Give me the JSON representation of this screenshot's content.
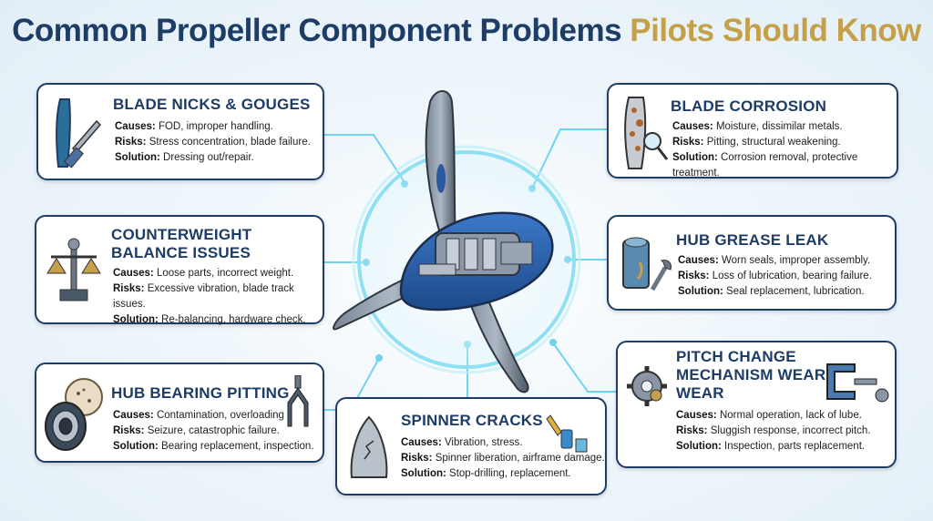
{
  "title": {
    "part1": "Common Propeller Component Problems",
    "part2": "Pilots Should Know"
  },
  "cards": {
    "nicks": {
      "title": "BLADE NICKS & GOUGES",
      "causes_label": "Causes:",
      "causes": "FOD, improper handling.",
      "risks_label": "Risks:",
      "risks": "Stress concentration, blade failure.",
      "solution_label": "Solution:",
      "solution": "Dressing out/repair."
    },
    "counterweight": {
      "title_line1": "COUNTERWEIGHT",
      "title_line2": "BALANCE ISSUES",
      "causes_label": "Causes:",
      "causes": "Loose parts, incorrect weight.",
      "risks_label": "Risks:",
      "risks": "Excessive vibration, blade track issues.",
      "solution_label": "Solution:",
      "solution": "Re-balancing, hardware check."
    },
    "bearing": {
      "title": "HUB BEARING PITTING",
      "causes_label": "Causes:",
      "causes": "Contamination, overloading",
      "risks_label": "Risks:",
      "risks": "Seizure, catastrophic failure.",
      "solution_label": "Solution:",
      "solution": "Bearing replacement, inspection."
    },
    "spinner": {
      "title": "SPINNER CRACKS",
      "causes_label": "Causes:",
      "causes": "Vibration, stress.",
      "risks_label": "Risks:",
      "risks": "Spinner liberation, airframe damage.",
      "solution_label": "Solution:",
      "solution": "Stop-drilling, replacement."
    },
    "corrosion": {
      "title": "BLADE CORROSION",
      "causes_label": "Causes:",
      "causes": "Moisture, dissimilar metals.",
      "risks_label": "Risks:",
      "risks": "Pitting, structural weakening.",
      "solution_label": "Solution:",
      "solution": "Corrosion removal, protective treatment."
    },
    "grease": {
      "title": "HUB GREASE LEAK",
      "causes_label": "Causes:",
      "causes": "Worn seals, improper assembly.",
      "risks_label": "Risks:",
      "risks": "Loss of lubrication, bearing failure.",
      "solution_label": "Solution:",
      "solution": "Seal replacement, lubrication."
    },
    "pitch": {
      "title_line1": "PITCH CHANGE",
      "title_line2": "MECHANISM WEAR",
      "title_line3": "WEAR",
      "causes_label": "Causes:",
      "causes": "Normal operation, lack of lube.",
      "risks_label": "Risks:",
      "risks": "Sluggish response, incorrect pitch.",
      "solution_label": "Solution:",
      "solution": "Inspection, parts replacement."
    }
  },
  "colors": {
    "navy": "#1d3c66",
    "gold": "#c4a04a",
    "glow": "#5fd0ee",
    "blade": "#5c6878",
    "hub": "#2a5aa0"
  },
  "icons": [
    "blade-file-icon",
    "balance-scale-icon",
    "bearing-icon",
    "caliper-icon",
    "spinner-cone-icon",
    "dye-bottle-icon",
    "corroded-blade-icon",
    "magnifier-icon",
    "hub-cylinder-icon",
    "wrench-icon",
    "gear-icon",
    "c-clamp-icon",
    "propeller-icon"
  ]
}
